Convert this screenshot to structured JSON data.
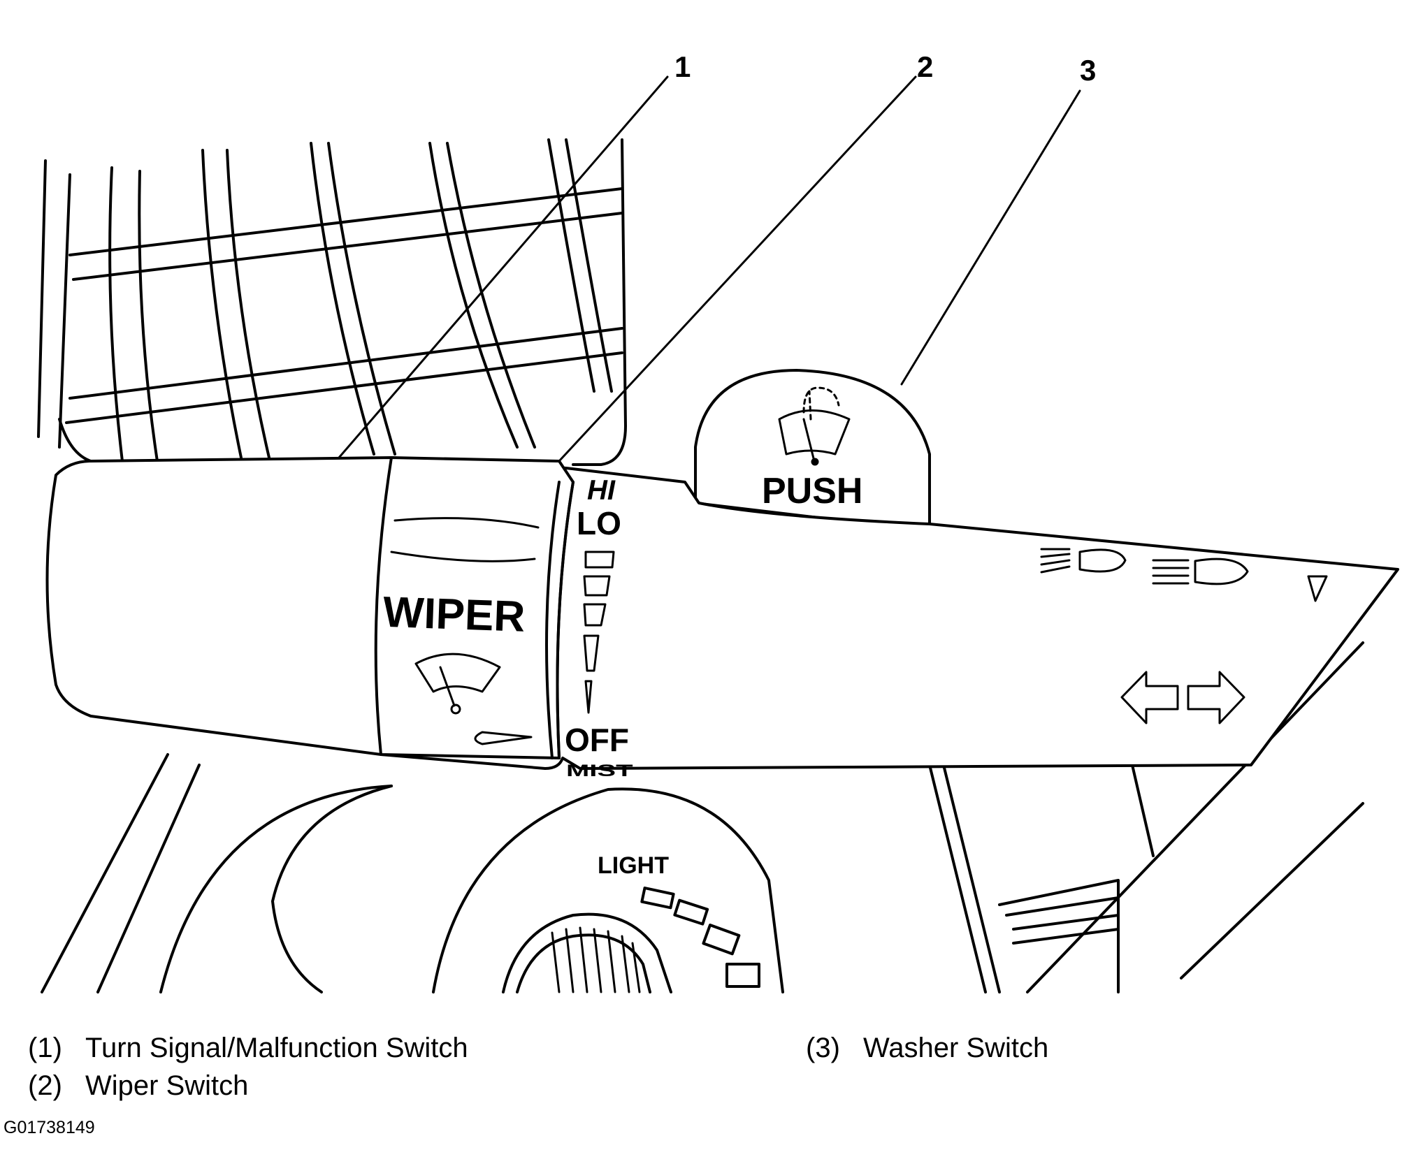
{
  "callouts": {
    "c1": "1",
    "c2": "2",
    "c3": "3"
  },
  "labels": {
    "push": "PUSH",
    "wiper": "WIPER",
    "hi": "HI",
    "lo": "LO",
    "off": "OFF",
    "mist": "MIST",
    "light": "LIGHT"
  },
  "legend": [
    {
      "num": "(1)",
      "text": "Turn Signal/Malfunction Switch"
    },
    {
      "num": "(2)",
      "text": "Wiper Switch"
    },
    {
      "num": "(3)",
      "text": "Washer Switch"
    }
  ],
  "figure_id": "G01738149",
  "icons": [
    "wiper-icon",
    "washer-wiper-icon",
    "low-beam-icon",
    "high-beam-icon",
    "turn-left-arrow-icon",
    "turn-right-arrow-icon"
  ]
}
